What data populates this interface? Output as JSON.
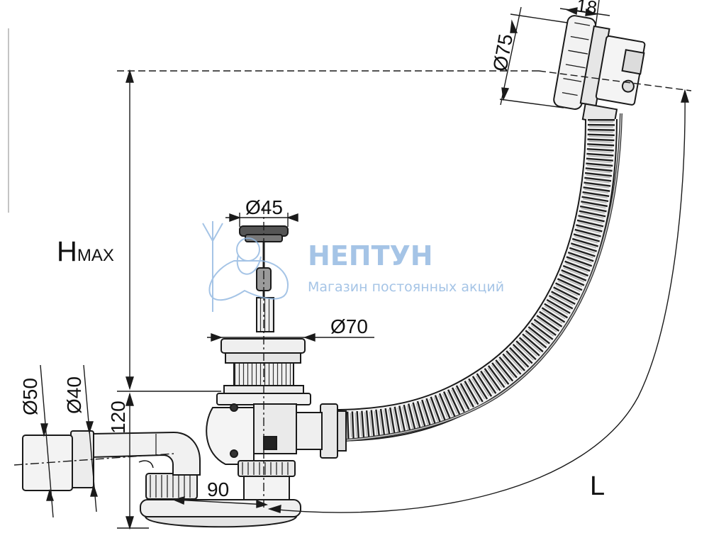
{
  "dimensions": {
    "hmax_main": "H",
    "hmax_sub": "MAX",
    "d75": "Ø75",
    "d18": "18",
    "d45": "Ø45",
    "d70": "Ø70",
    "d50": "Ø50",
    "d40": "Ø40",
    "h120": "120",
    "w90": "90",
    "length_l": "L"
  },
  "watermark": {
    "brand": "НЕПТУН",
    "tagline": "Магазин постоянных акций"
  },
  "colors": {
    "line": "#1a1a1a",
    "part_fill": "#ececec",
    "watermark": "#8fb6e0"
  },
  "icons": [
    "neptune-trident-figure-icon"
  ]
}
